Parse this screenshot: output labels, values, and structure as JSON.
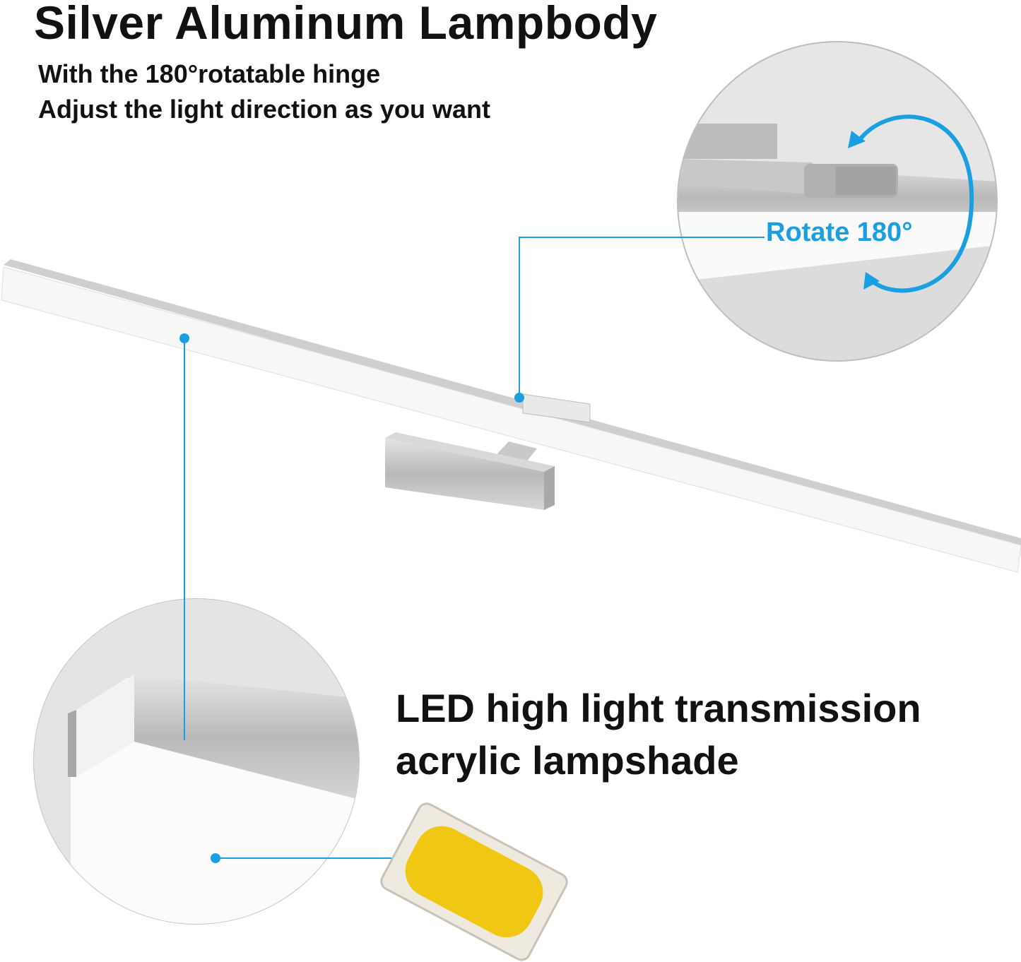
{
  "header": {
    "title": "Silver Aluminum Lampbody",
    "subtitle_lines": [
      "With the 180°rotatable hinge",
      "Adjust the light direction as you want"
    ]
  },
  "callouts": {
    "hinge_label": "Rotate 180°",
    "lampshade_lines": [
      "LED high light transmission",
      "acrylic lampshade"
    ]
  },
  "colors": {
    "accent": "#1a9fe0",
    "text": "#111111",
    "led_yellow": "#f0c814"
  }
}
